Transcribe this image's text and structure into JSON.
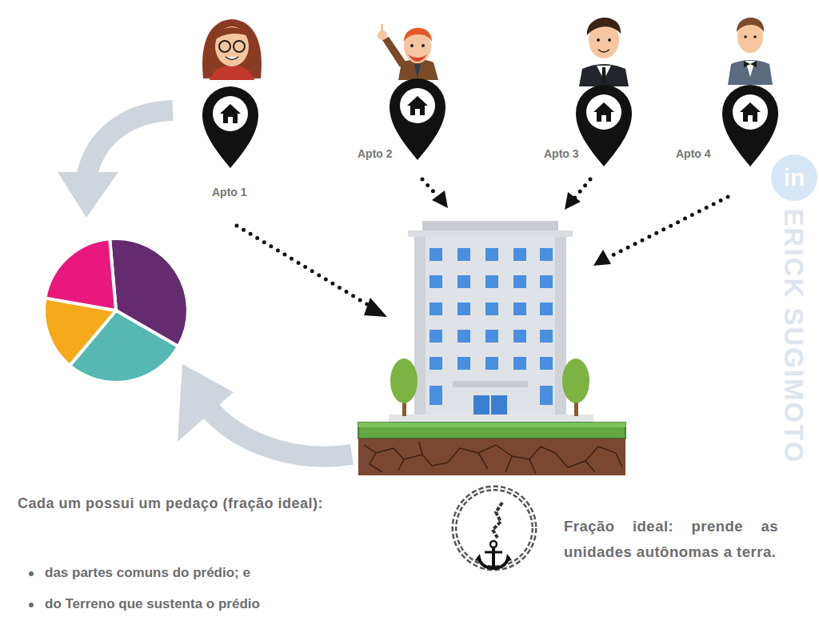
{
  "diagram": {
    "labels": [
      "Apto 1",
      "Apto 2",
      "Apto 3",
      "Apto 4",
      "Cada um possui um pedaço (fração ideal):",
      "das partes comuns do prédio; e",
      "do Terreno que sustenta o prédio",
      "Fração ideal: prende as unidades autônomas a terra.",
      "in",
      "ERICK SUGIMOTO"
    ]
  }
}
